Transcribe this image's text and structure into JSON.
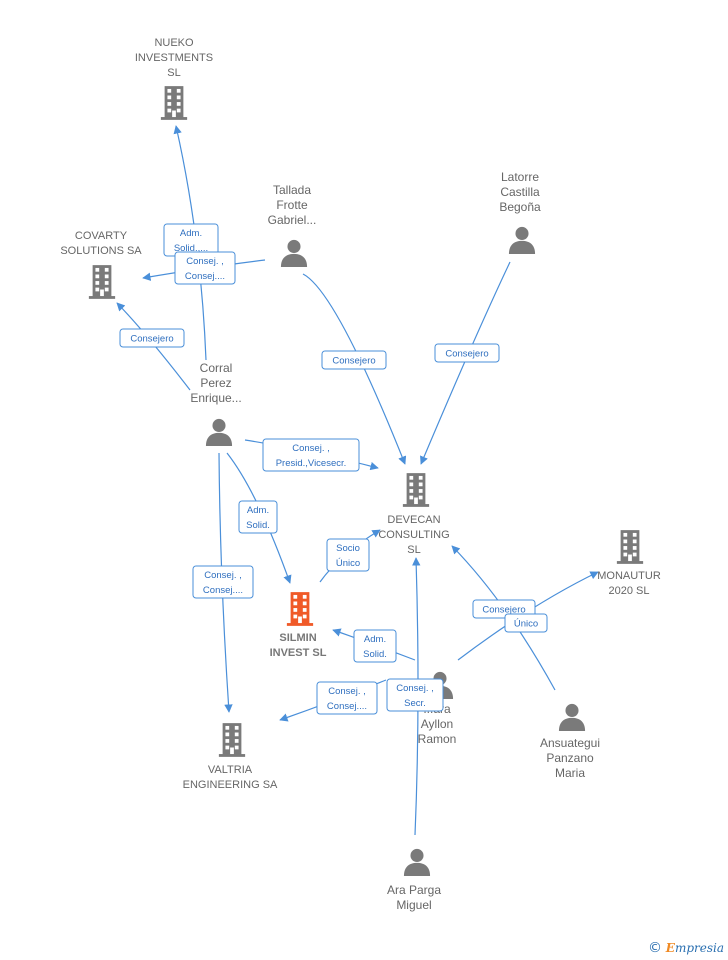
{
  "nodes": [
    {
      "id": "nueko",
      "type": "company",
      "lines": [
        "NUEKO",
        "INVESTMENTS",
        "SL"
      ]
    },
    {
      "id": "covarty",
      "type": "company",
      "lines": [
        "COVARTY",
        "SOLUTIONS SA"
      ]
    },
    {
      "id": "tallada",
      "type": "person",
      "lines": [
        "Tallada",
        "Frotte",
        "Gabriel..."
      ]
    },
    {
      "id": "latorre",
      "type": "person",
      "lines": [
        "Latorre",
        "Castilla",
        "Begoña"
      ]
    },
    {
      "id": "corral",
      "type": "person",
      "lines": [
        "Corral",
        "Perez",
        "Enrique..."
      ]
    },
    {
      "id": "devecan",
      "type": "company",
      "lines": [
        "DEVECAN",
        "CONSULTING",
        "SL"
      ]
    },
    {
      "id": "monautur",
      "type": "company",
      "lines": [
        "MONAUTUR",
        "2020  SL"
      ]
    },
    {
      "id": "silmin",
      "type": "company-focus",
      "lines": [
        "SILMIN",
        "INVEST  SL"
      ]
    },
    {
      "id": "lara",
      "type": "person",
      "lines": [
        "...ara",
        "Ayllon",
        "Ramon"
      ]
    },
    {
      "id": "ansuategui",
      "type": "person",
      "lines": [
        "Ansuategui",
        "Panzano",
        "Maria"
      ]
    },
    {
      "id": "valtria",
      "type": "company",
      "lines": [
        "VALTRIA",
        "ENGINEERING SA"
      ]
    },
    {
      "id": "ara",
      "type": "person",
      "lines": [
        "Ara Parga",
        "Miguel"
      ]
    }
  ],
  "edges": [
    {
      "from": "corral",
      "to": "nueko",
      "label": [
        "Adm.",
        "Solid.,..."
      ]
    },
    {
      "from": "tallada",
      "to": "covarty",
      "label": [
        "Consej. ,",
        "Consej...."
      ]
    },
    {
      "from": "corral",
      "to": "covarty",
      "label": [
        "Consejero"
      ]
    },
    {
      "from": "tallada",
      "to": "devecan",
      "label": [
        "Consejero"
      ]
    },
    {
      "from": "latorre",
      "to": "devecan",
      "label": [
        "Consejero"
      ]
    },
    {
      "from": "corral",
      "to": "devecan",
      "label": [
        "Consej. ,",
        "Presid.,Vicesecr."
      ]
    },
    {
      "from": "corral",
      "to": "silmin",
      "label": [
        "Adm.",
        "Solid."
      ]
    },
    {
      "from": "corral",
      "to": "valtria",
      "label": [
        "Consej. ,",
        "Consej...."
      ]
    },
    {
      "from": "silmin",
      "to": "devecan",
      "label": [
        "Socio",
        "Único"
      ]
    },
    {
      "from": "lara",
      "to": "silmin",
      "label": [
        "Adm.",
        "Solid."
      ]
    },
    {
      "from": "lara",
      "to": "valtria",
      "label": [
        "Consej. ,",
        "Consej...."
      ]
    },
    {
      "from": "ara",
      "to": "devecan",
      "label": [
        "Consej. ,",
        "Secr."
      ]
    },
    {
      "from": "ansuategui",
      "to": "devecan",
      "label": [
        "Consejero"
      ]
    },
    {
      "from": "lara",
      "to": "monautur",
      "label": [
        "Único"
      ]
    }
  ],
  "colors": {
    "edge": "#4a8fd9",
    "icon": "#7a7a7a",
    "focus": "#f05a28"
  },
  "brand": {
    "copyright": "©",
    "name_first": "E",
    "name_rest": "mpresia"
  }
}
